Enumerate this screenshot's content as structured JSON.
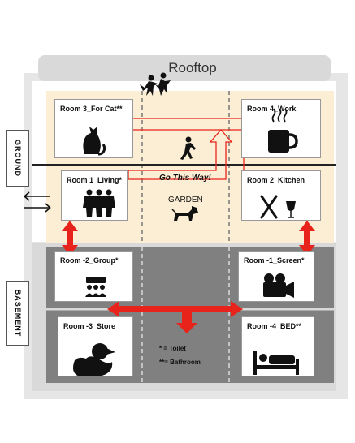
{
  "rooftop": "Rooftop",
  "floors": {
    "ground": "GROUND",
    "basement": "BASEMENT"
  },
  "rooms": {
    "room3": "Room 3_For Cat**",
    "room4": "Room 4_Work",
    "room1": "Room 1_Living*",
    "room2": "Room 2_Kitchen",
    "roomm2": "Room -2_Group*",
    "roomm1": "Room -1_Screen*",
    "roomm3": "Room -3_Store",
    "roomm4": "Room -4_BED**"
  },
  "garden": "GARDEN",
  "path_label": "Go This Way!",
  "legend": {
    "toilet": "* = Toilet",
    "bathroom": "**= Bathroom"
  },
  "colors": {
    "arrow": "#e8231b",
    "garden": "#fbeed5",
    "basement": "#808080"
  },
  "icons": [
    "dancers-icon",
    "cat-icon",
    "walking-person-icon",
    "coffee-cup-icon",
    "family-icon",
    "dog-icon",
    "cutlery-icon",
    "wine-glass-icon",
    "group-meeting-icon",
    "film-camera-icon",
    "rubber-duck-icon",
    "bed-icon",
    "enter-exit-arrows-icon"
  ]
}
